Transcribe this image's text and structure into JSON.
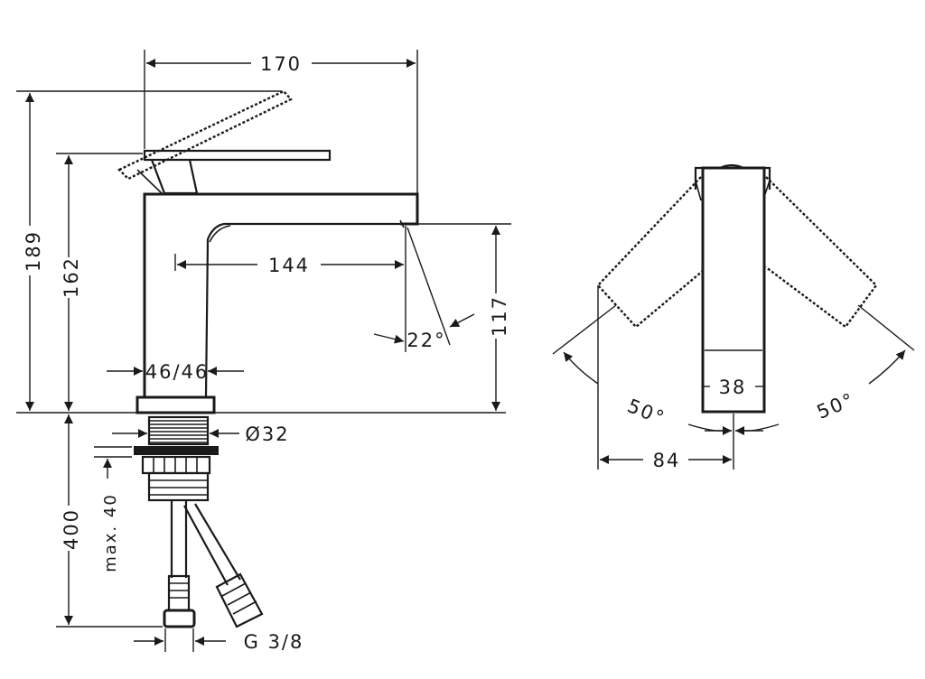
{
  "dimensions": {
    "width_total": "170",
    "height_total": "189",
    "height_body": "162",
    "spout_reach": "144",
    "spout_height": "117",
    "angle_spout": "22°",
    "base_width": "46/46",
    "hole_diameter": "Ø32",
    "connection_length": "400",
    "max_thickness": "max. 40",
    "thread": "G 3/8",
    "handle_width": "38",
    "swing_left": "50°",
    "swing_right": "50°",
    "offset": "84"
  }
}
